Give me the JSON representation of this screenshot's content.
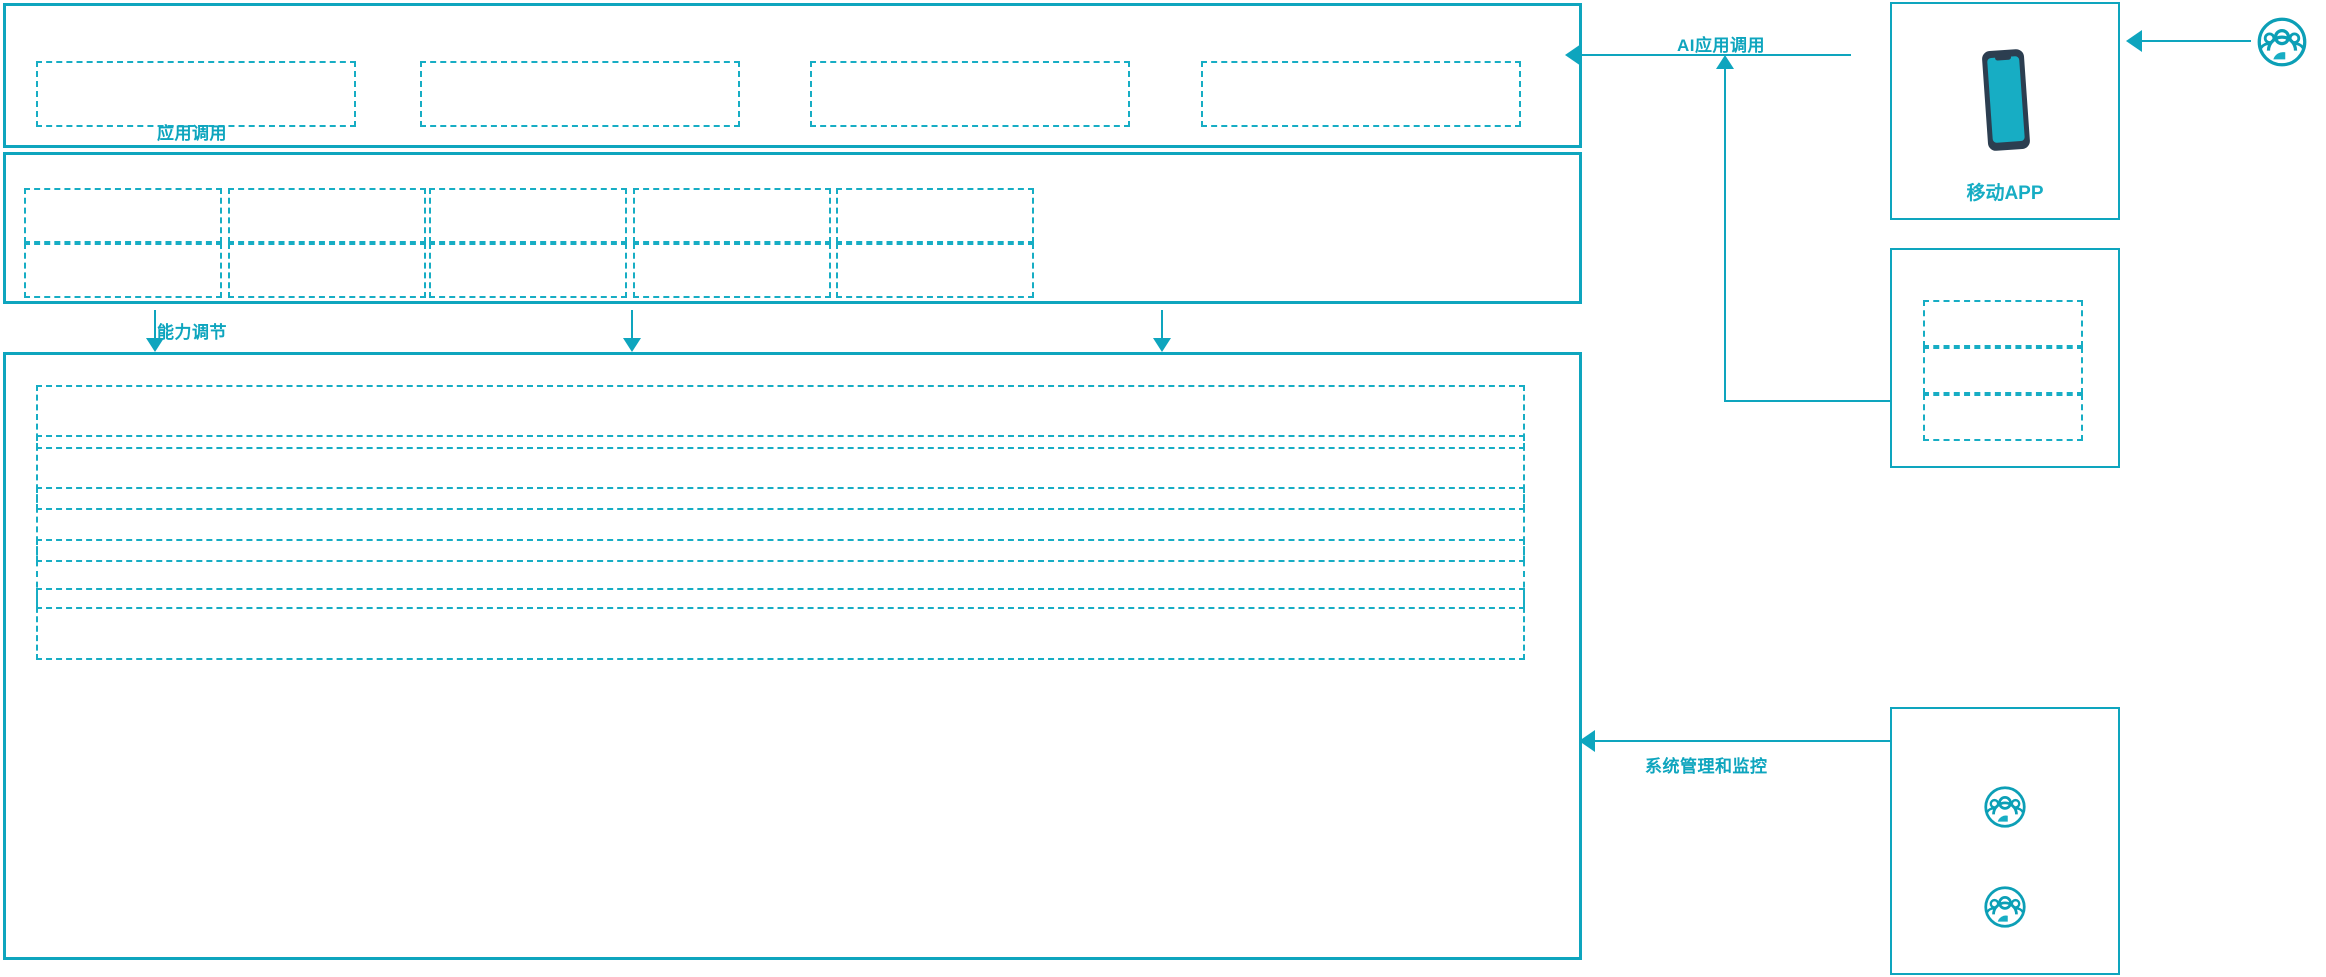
{
  "theme": {
    "accent": "#0EA5BE",
    "accent_light": "#17ADC4",
    "phone_body": "#2C3E50",
    "phone_screen": "#17ADC4",
    "background": "#FFFFFF"
  },
  "diagram": {
    "flow_labels": {
      "app_call": "应用调用",
      "capability_adjust": "能力调节",
      "ai_app_call": "AI应用调用",
      "system_mgmt_monitor": "系统管理和监控"
    },
    "layers": [
      {
        "id": "application-layer",
        "slot_count": 4,
        "slots": [
          "",
          "",
          "",
          ""
        ]
      },
      {
        "id": "capability-layer",
        "rows": 2,
        "columns": 5,
        "slots": [
          "",
          "",
          "",
          "",
          "",
          "",
          "",
          "",
          "",
          ""
        ]
      },
      {
        "id": "platform-layer",
        "slot_count": 5,
        "slots": [
          "",
          "",
          "",
          "",
          ""
        ]
      }
    ],
    "side_panels": [
      {
        "id": "mobile-app-panel",
        "caption": "移动APP",
        "icon": "mobile-phone-icon"
      },
      {
        "id": "channel-panel",
        "caption": "",
        "slot_count": 3,
        "slots": [
          "",
          "",
          ""
        ]
      },
      {
        "id": "operations-panel",
        "caption": "",
        "icons": [
          "user-group-icon",
          "user-group-icon"
        ]
      }
    ],
    "actors": [
      {
        "id": "end-user-actor",
        "icon": "user-group-icon"
      }
    ]
  }
}
